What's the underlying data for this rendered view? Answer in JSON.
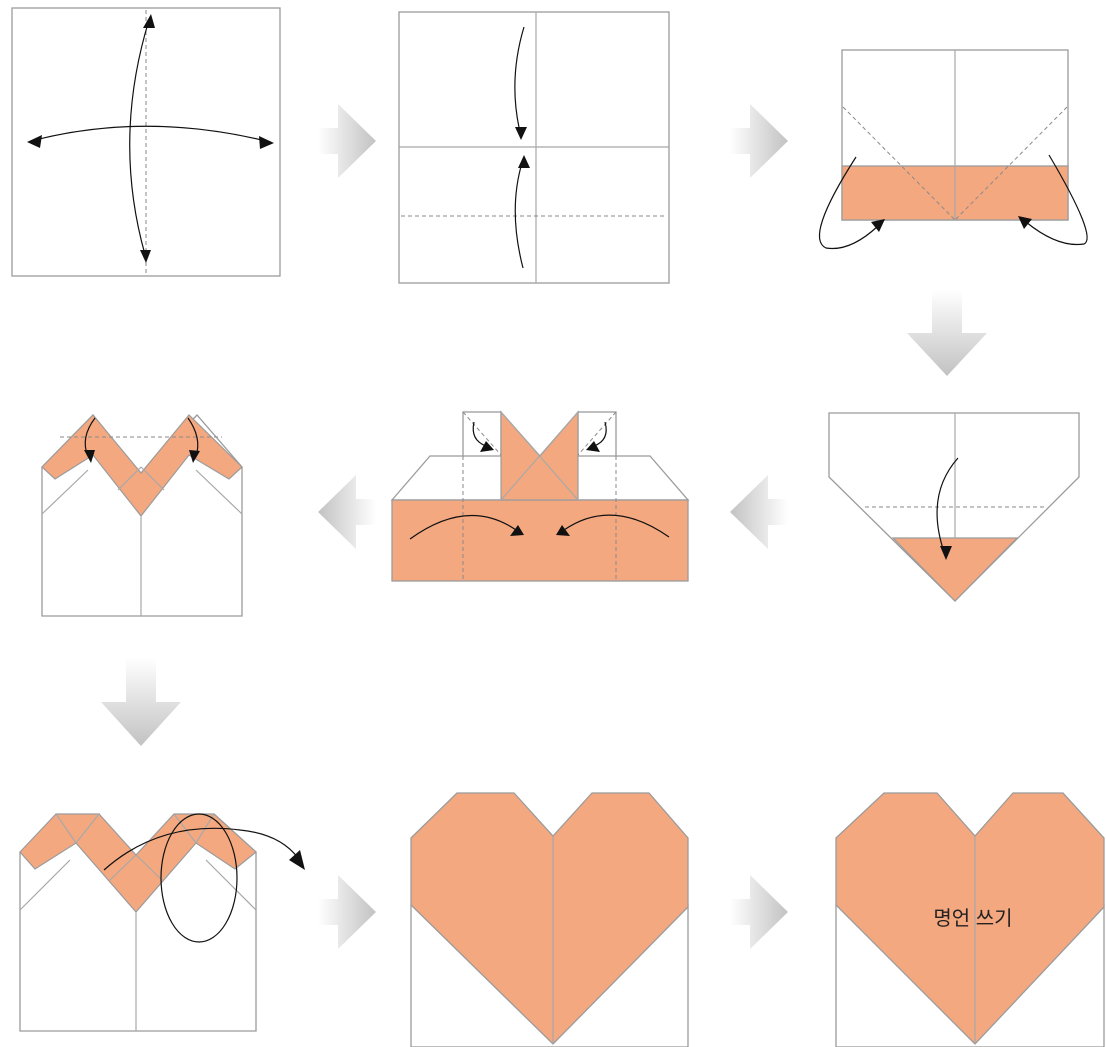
{
  "diagram": {
    "colors": {
      "paper": "#ffffff",
      "colored_side": "#f4a880",
      "crease": "#a8a8a8",
      "fold_arrow": "#111111",
      "step_arrow": "#c9c9c9"
    },
    "steps": [
      {
        "step": 1
      },
      {
        "step": 2
      },
      {
        "step": 3
      },
      {
        "step": 4
      },
      {
        "step": 5
      },
      {
        "step": 6
      },
      {
        "step": 7
      },
      {
        "step": 8
      },
      {
        "step": 9,
        "label": "명언 쓰기"
      }
    ]
  }
}
